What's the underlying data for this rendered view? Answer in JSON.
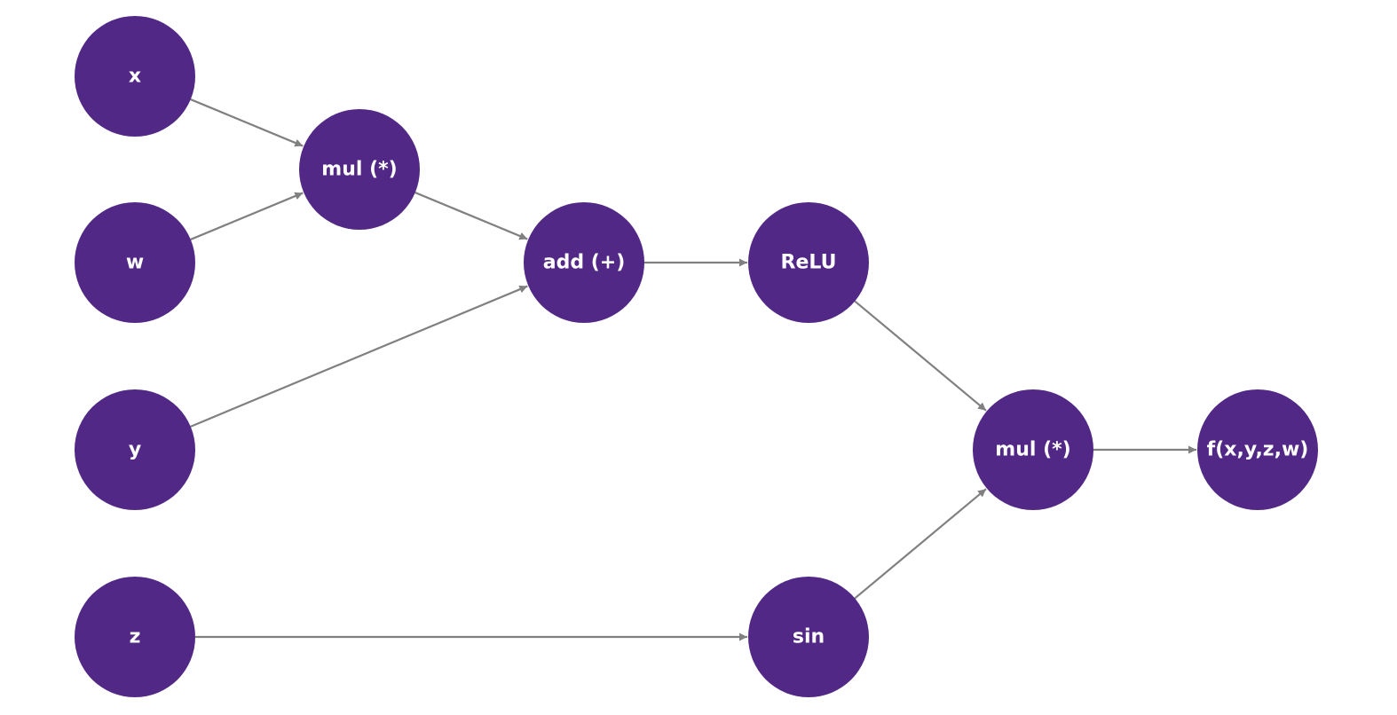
{
  "colors": {
    "node_fill": "#522886",
    "node_text": "#ffffff",
    "edge": "#808080",
    "background": "#ffffff"
  },
  "nodes": [
    {
      "id": "x",
      "label": "x"
    },
    {
      "id": "w",
      "label": "w"
    },
    {
      "id": "y",
      "label": "y"
    },
    {
      "id": "z",
      "label": "z"
    },
    {
      "id": "mul1",
      "label": "mul (*)"
    },
    {
      "id": "add",
      "label": "add (+)"
    },
    {
      "id": "relu",
      "label": "ReLU"
    },
    {
      "id": "sin",
      "label": "sin"
    },
    {
      "id": "mul2",
      "label": "mul (*)"
    },
    {
      "id": "out",
      "label": "f(x,y,z,w)"
    }
  ],
  "edges": [
    {
      "from": "x",
      "to": "mul1"
    },
    {
      "from": "w",
      "to": "mul1"
    },
    {
      "from": "mul1",
      "to": "add"
    },
    {
      "from": "y",
      "to": "add"
    },
    {
      "from": "add",
      "to": "relu"
    },
    {
      "from": "relu",
      "to": "mul2"
    },
    {
      "from": "z",
      "to": "sin"
    },
    {
      "from": "sin",
      "to": "mul2"
    },
    {
      "from": "mul2",
      "to": "out"
    }
  ]
}
